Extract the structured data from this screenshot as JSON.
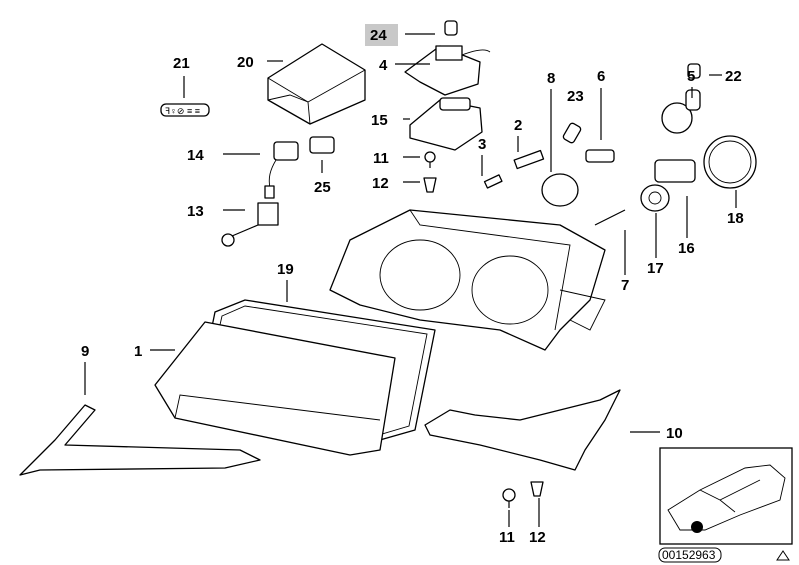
{
  "diagram": {
    "callouts": {
      "p1": "1",
      "p2": "2",
      "p3": "3",
      "p4": "4",
      "p5": "5",
      "p6": "6",
      "p7": "7",
      "p8": "8",
      "p9": "9",
      "p10": "10",
      "p11a": "11",
      "p11b": "11",
      "p12a": "12",
      "p12b": "12",
      "p13": "13",
      "p14": "14",
      "p15": "15",
      "p16": "16",
      "p17": "17",
      "p18": "18",
      "p19": "19",
      "p20": "20",
      "p21": "21",
      "p22": "22",
      "p23": "23",
      "p24": "24",
      "p25": "25"
    },
    "highlighted_callout": "24",
    "highlight_color": "#c8c8c8",
    "inset": {
      "diagram_code": "00152963",
      "marker_icon": "triangle-icon"
    }
  }
}
